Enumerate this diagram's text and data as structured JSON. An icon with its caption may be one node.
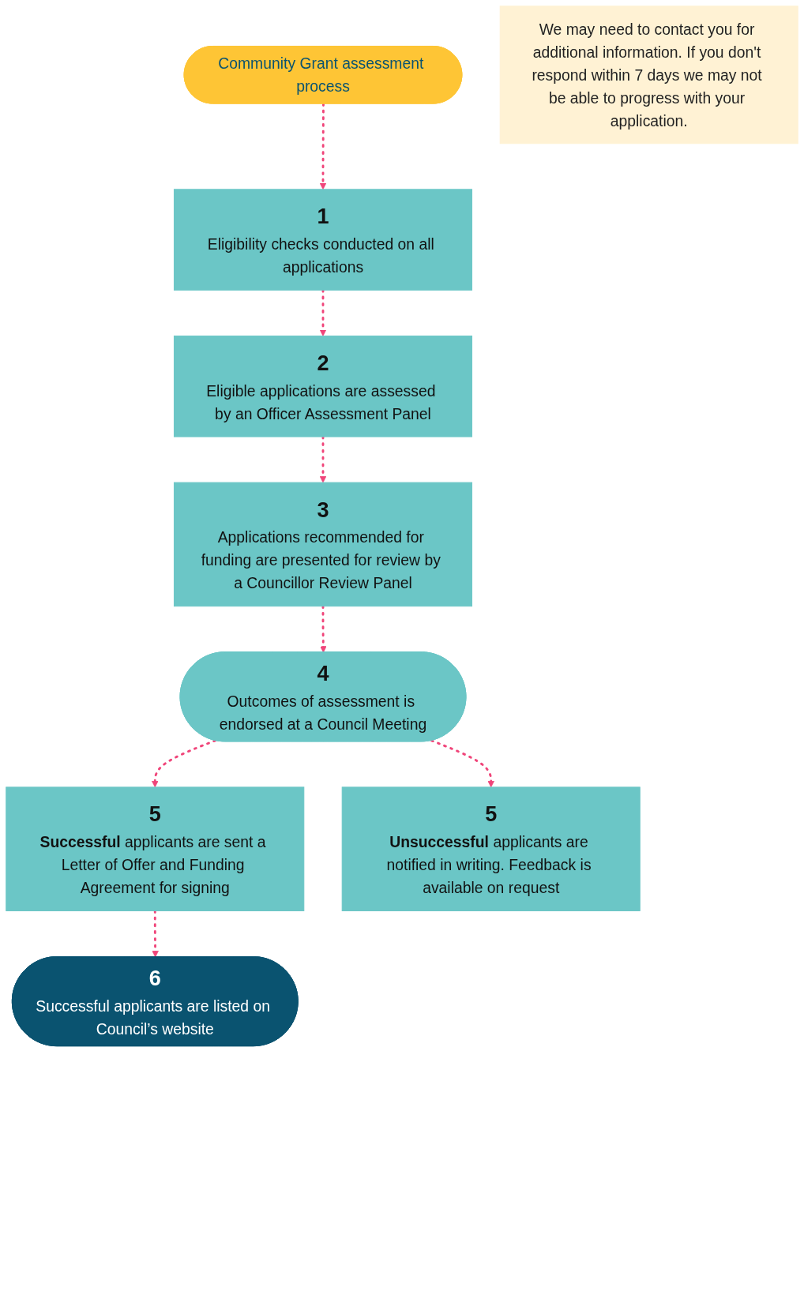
{
  "diagram": {
    "nodes": [
      {
        "text": [
          "Community Grant assessment process"
        ]
      },
      {
        "text": [
          "1",
          "Eligibility checks conducted on all applications"
        ]
      },
      {
        "text": [
          "We may need to contact you for additional information. If you don't respond within 7 days we may not be able to progress with your application."
        ]
      },
      {
        "text": [
          "2",
          "Eligible applications are assessed by an Officer Assessment Panel"
        ]
      },
      {
        "text": [
          "3",
          "Applications recommended for funding are presented for review by a Councillor Review Panel"
        ]
      },
      {
        "text": [
          "4",
          "Outcomes of assessment is endorsed at a Council Meeting"
        ]
      },
      {
        "text": [
          "5",
          "**Successful** applicants are sent a Letter of Offer and Funding Agreement for signing"
        ]
      },
      {
        "text": [
          "5",
          "**Unsuccessful** applicants are notified in writing. Feedback is available on request"
        ]
      },
      {
        "text": [
          "6",
          "Successful applicants are listed on Council’s website"
        ]
      }
    ],
    "edges": [
      {
        "from": 0,
        "to": 1,
        "arrow": "to",
        "style": "dashed"
      },
      {
        "from": 1,
        "to": 3,
        "arrow": "to",
        "style": "dashed"
      },
      {
        "from": 3,
        "to": 4,
        "arrow": "to",
        "style": "dashed"
      },
      {
        "from": 4,
        "to": 5,
        "arrow": "to",
        "style": "dashed"
      },
      {
        "from": 5,
        "to": 6,
        "arrow": "to",
        "style": "dashed"
      },
      {
        "from": 5,
        "to": 7,
        "arrow": "to",
        "style": "dashed"
      },
      {
        "from": 6,
        "to": 8,
        "arrow": "to",
        "style": "dashed"
      }
    ]
  }
}
